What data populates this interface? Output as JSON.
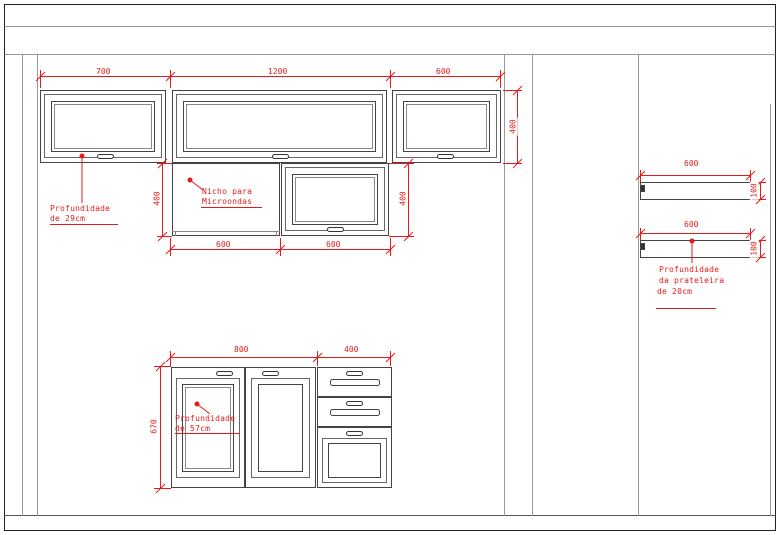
{
  "colors": {
    "line": "#555555",
    "annotation": "#e21b1b",
    "frame": "#222222"
  },
  "upper_cabinets": {
    "widths": [
      "700",
      "1200",
      "600"
    ],
    "height_right": "400",
    "note": {
      "line1": "Profundidade",
      "line2": "de 29cm"
    }
  },
  "middle_modules": {
    "height_left": "400",
    "height_right": "400",
    "widths": [
      "600",
      "600"
    ],
    "niche": {
      "line1": "Nicho para",
      "line2": "Microondas"
    }
  },
  "shelves": {
    "top_width": "600",
    "top_height": "100",
    "bottom_width": "600",
    "bottom_height": "100",
    "note": {
      "line1": "Profundidade",
      "line2": "da prateleira",
      "line3": "de 20cm"
    }
  },
  "lower_cabinets": {
    "widths": [
      "800",
      "400"
    ],
    "height": "670",
    "note": {
      "line1": "Profundidade",
      "line2": "de 57cm"
    }
  }
}
